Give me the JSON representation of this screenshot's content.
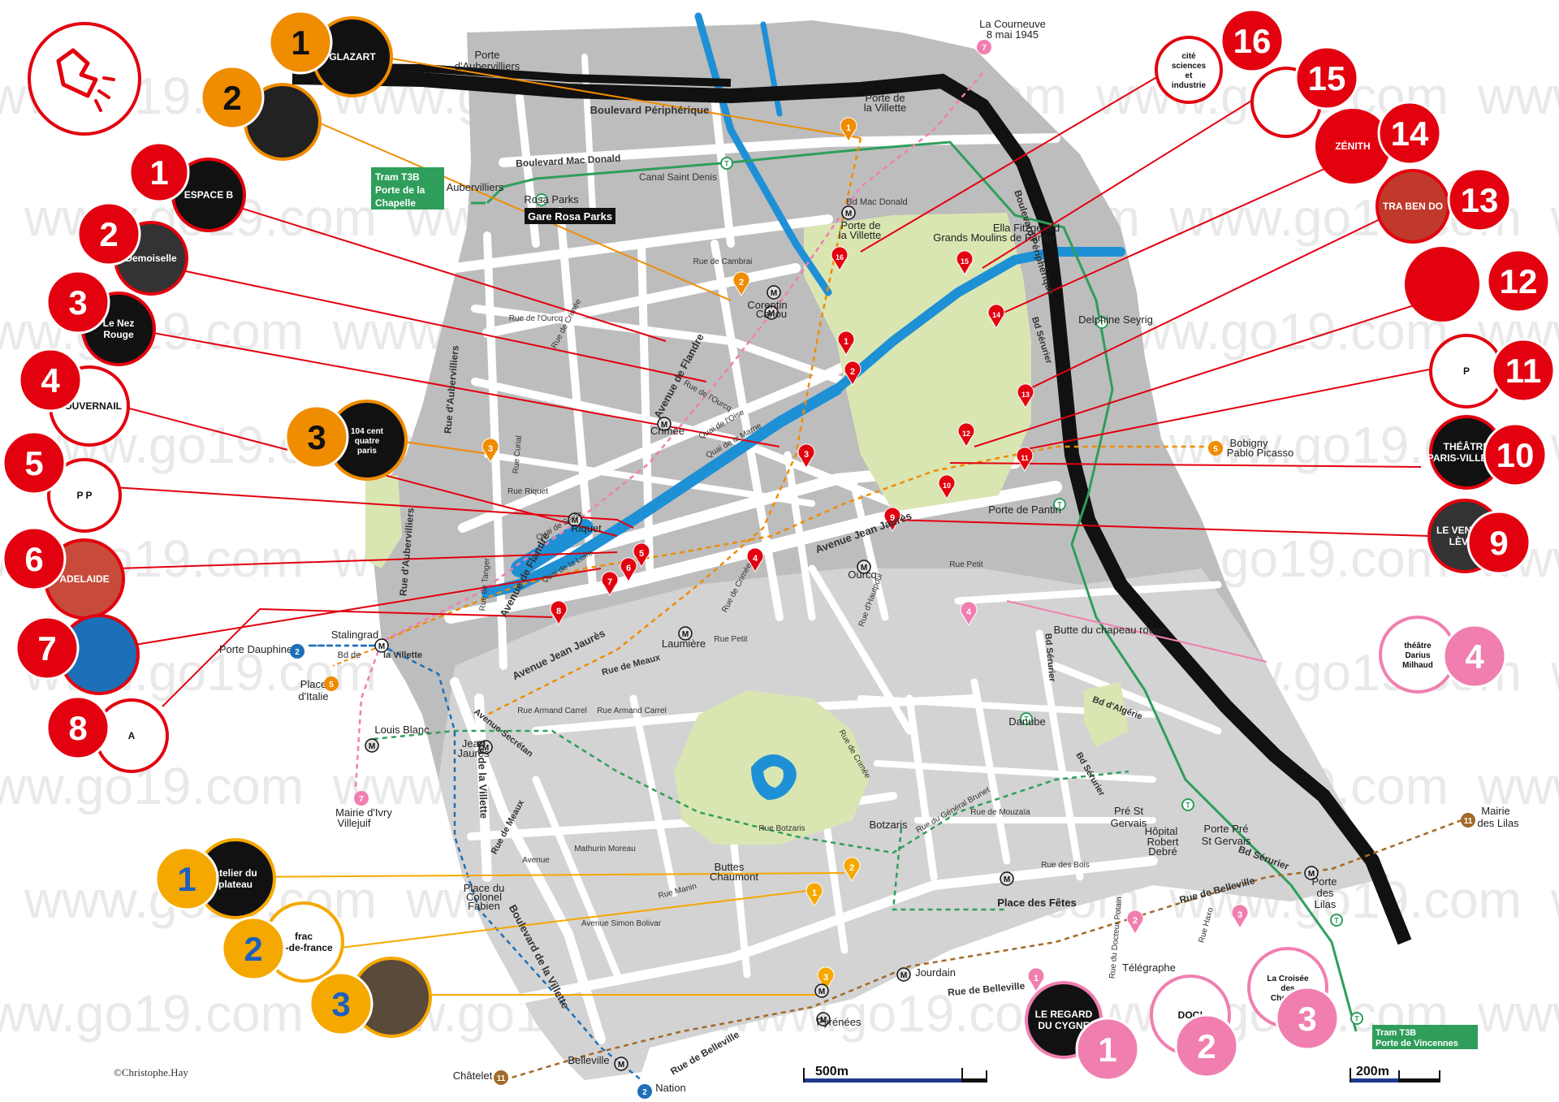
{
  "watermark": "www.go19.com",
  "credit": "©Christophe.Hay",
  "colors": {
    "red": "#e3000f",
    "orange": "#f08c00",
    "pink": "#f07fb0",
    "yellow": "#f5a800",
    "blue_text": "#1d6fb8",
    "tram_green": "#2f9e5b",
    "water": "#1e90d6",
    "park": "#d7e6b0",
    "block": "#cfcfcf",
    "periph": "#111111"
  },
  "scales": [
    {
      "id": "s500",
      "label": "500m"
    },
    {
      "id": "s200",
      "label": "200m"
    }
  ],
  "roads": [
    {
      "id": "r1",
      "text": "Boulevard Périphérique",
      "size": 13,
      "bold": true,
      "fill": "#fff",
      "angle": 0
    },
    {
      "id": "r2",
      "text": "Boulevard Mac Donald",
      "size": 12,
      "bold": true,
      "fill": "#111",
      "angle": -3
    },
    {
      "id": "r3",
      "text": "Canal Saint Denis",
      "size": 12,
      "bold": false,
      "fill": "#111",
      "angle": 0
    },
    {
      "id": "r4",
      "text": "Bd Mac Donald",
      "size": 11,
      "bold": false,
      "fill": "#111",
      "angle": 0
    },
    {
      "id": "r5",
      "text": "Avenue de Flandre",
      "size": 13,
      "bold": true,
      "fill": "#111",
      "angle": -62
    },
    {
      "id": "r6",
      "text": "Rue d'Aubervilliers",
      "size": 12,
      "bold": true,
      "fill": "#111",
      "angle": -85
    },
    {
      "id": "r7",
      "text": "Rue d'Aubervilliers",
      "size": 12,
      "bold": true,
      "fill": "#111",
      "angle": -85
    },
    {
      "id": "r8",
      "text": "Avenue de Flandre",
      "size": 13,
      "bold": true,
      "fill": "#111",
      "angle": -62
    },
    {
      "id": "r9",
      "text": "Avenue Jean Jaurès",
      "size": 13,
      "bold": true,
      "fill": "#111",
      "angle": -26
    },
    {
      "id": "r10",
      "text": "Avenue Jean Jaurès",
      "size": 13,
      "bold": true,
      "fill": "#111",
      "angle": -20
    },
    {
      "id": "r11",
      "text": "Boulevard Périphérique",
      "size": 12,
      "bold": true,
      "fill": "#111",
      "angle": 72
    },
    {
      "id": "r12",
      "text": "Bd Sérurier",
      "size": 11,
      "bold": true,
      "fill": "#111",
      "angle": 72
    },
    {
      "id": "r13",
      "text": "Bd Sérurier",
      "size": 11,
      "bold": true,
      "fill": "#111",
      "angle": 85
    },
    {
      "id": "r14",
      "text": "Bd Sérurier",
      "size": 11,
      "bold": true,
      "fill": "#111",
      "angle": 60
    },
    {
      "id": "r15",
      "text": "Bd Sérurier",
      "size": 12,
      "bold": true,
      "fill": "#111",
      "angle": 20
    },
    {
      "id": "r16",
      "text": "Bd d'Algérie",
      "size": 11,
      "bold": true,
      "fill": "#111",
      "angle": 20
    },
    {
      "id": "r17",
      "text": "Rue de Belleville",
      "size": 12,
      "bold": true,
      "fill": "#111",
      "angle": -5
    },
    {
      "id": "r18",
      "text": "Rue de Belleville",
      "size": 12,
      "bold": true,
      "fill": "#111",
      "angle": -15
    },
    {
      "id": "r19",
      "text": "Rue de Belleville",
      "size": 12,
      "bold": true,
      "fill": "#111",
      "angle": -30
    },
    {
      "id": "r20",
      "text": "Boulevard de la Villette",
      "size": 13,
      "bold": true,
      "fill": "#111",
      "angle": 62
    },
    {
      "id": "r21",
      "text": "Bd de la Villette",
      "size": 13,
      "bold": true,
      "fill": "#111",
      "angle": 88
    },
    {
      "id": "r22",
      "text": "Avenue Secrétan",
      "size": 11,
      "bold": true,
      "fill": "#111",
      "angle": 38
    },
    {
      "id": "r23",
      "text": "Rue de Meaux",
      "size": 11,
      "bold": true,
      "fill": "#111",
      "angle": -62
    },
    {
      "id": "r24",
      "text": "Rue de Meaux",
      "size": 11,
      "bold": true,
      "fill": "#111",
      "angle": -15
    },
    {
      "id": "r25",
      "text": "Rue Armand Carrel",
      "size": 10,
      "bold": false,
      "fill": "#111",
      "angle": 0
    },
    {
      "id": "r26",
      "text": "Rue Armand Carrel",
      "size": 10,
      "bold": false,
      "fill": "#111",
      "angle": 0
    },
    {
      "id": "r27",
      "text": "Mathurin Moreau",
      "size": 10,
      "bold": false,
      "fill": "#111",
      "angle": 0
    },
    {
      "id": "r28",
      "text": "Avenue Simon Bolivar",
      "size": 10,
      "bold": false,
      "fill": "#111",
      "angle": 0
    },
    {
      "id": "r29",
      "text": "Rue Petit",
      "size": 10,
      "bold": false,
      "fill": "#111",
      "angle": 0
    },
    {
      "id": "r30",
      "text": "Rue Petit",
      "size": 10,
      "bold": false,
      "fill": "#111",
      "angle": 0
    },
    {
      "id": "r31",
      "text": "Rue de Crimée",
      "size": 10,
      "bold": false,
      "fill": "#111",
      "angle": -62
    },
    {
      "id": "r32",
      "text": "Rue de Crimée",
      "size": 10,
      "bold": false,
      "fill": "#111",
      "angle": -62
    },
    {
      "id": "r33",
      "text": "Rue de Crimée",
      "size": 10,
      "bold": false,
      "fill": "#111",
      "angle": 60
    },
    {
      "id": "r34",
      "text": "Rue Manin",
      "size": 10,
      "bold": false,
      "fill": "#111",
      "angle": -15
    },
    {
      "id": "r35",
      "text": "Rue de Cambrai",
      "size": 10,
      "bold": false,
      "fill": "#111",
      "angle": 0
    },
    {
      "id": "r36",
      "text": "Rue Riquet",
      "size": 10,
      "bold": false,
      "fill": "#111",
      "angle": 0
    },
    {
      "id": "r37",
      "text": "Rue de l'Ourcq",
      "size": 10,
      "bold": false,
      "fill": "#111",
      "angle": 0
    },
    {
      "id": "r38",
      "text": "Rue de l'Ourcq",
      "size": 10,
      "bold": false,
      "fill": "#111",
      "angle": 30
    },
    {
      "id": "r39",
      "text": "Quai de Seine",
      "size": 10,
      "bold": false,
      "fill": "#111",
      "angle": -30
    },
    {
      "id": "r40",
      "text": "Quai de la Loire",
      "size": 10,
      "bold": false,
      "fill": "#111",
      "angle": -30
    },
    {
      "id": "r41",
      "text": "Quai de l'Oise",
      "size": 10,
      "bold": false,
      "fill": "#111",
      "angle": -30
    },
    {
      "id": "r42",
      "text": "Quai de la Marne",
      "size": 10,
      "bold": false,
      "fill": "#111",
      "angle": -30
    },
    {
      "id": "r43",
      "text": "Rue de Mouzaïa",
      "size": 10,
      "bold": false,
      "fill": "#111",
      "angle": 0
    },
    {
      "id": "r44",
      "text": "Rue Botzaris",
      "size": 10,
      "bold": false,
      "fill": "#111",
      "angle": 0
    },
    {
      "id": "r45",
      "text": "Rue du Général Brunet",
      "size": 10,
      "bold": false,
      "fill": "#111",
      "angle": -30
    },
    {
      "id": "r46",
      "text": "Rue des Bois",
      "size": 10,
      "bold": false,
      "fill": "#111",
      "angle": 0
    },
    {
      "id": "r47",
      "text": "Rue du Docteur Potain",
      "size": 10,
      "bold": false,
      "fill": "#111",
      "angle": -85
    },
    {
      "id": "r48",
      "text": "Rue Haxo",
      "size": 10,
      "bold": false,
      "fill": "#111",
      "angle": -75
    },
    {
      "id": "r49",
      "text": "Rue Curial",
      "size": 10,
      "bold": false,
      "fill": "#111",
      "angle": -85
    },
    {
      "id": "r50",
      "text": "Rue de Tanger",
      "size": 10,
      "bold": false,
      "fill": "#111",
      "angle": -85
    },
    {
      "id": "r51",
      "text": "Rue d'Hautpoul",
      "size": 10,
      "bold": false,
      "fill": "#111",
      "angle": -70
    },
    {
      "id": "r52",
      "text": "Bd de",
      "size": 11,
      "bold": false,
      "fill": "#111",
      "angle": 0
    },
    {
      "id": "r53",
      "text": "la Villette",
      "size": 11,
      "bold": true,
      "fill": "#111",
      "angle": 0
    },
    {
      "id": "r54",
      "text": "Avenue",
      "size": 10,
      "bold": false,
      "fill": "#111",
      "angle": 0
    }
  ],
  "places": [
    {
      "id": "p1",
      "text": "Porte",
      "size": 11,
      "bold": false
    },
    {
      "id": "p2",
      "text": "d'Aubervilliers",
      "size": 11,
      "bold": false
    },
    {
      "id": "p3",
      "text": "Porte de",
      "size": 10,
      "bold": false
    },
    {
      "id": "p4",
      "text": "la Villette",
      "size": 10,
      "bold": false
    },
    {
      "id": "p5",
      "text": "Rosa Parks",
      "size": 11,
      "bold": false
    },
    {
      "id": "p6",
      "text": "Ella Fitzgerald",
      "size": 11,
      "bold": false
    },
    {
      "id": "p7",
      "text": "Grands Moulins de Pantin",
      "size": 11,
      "bold": false
    },
    {
      "id": "p8",
      "text": "Delphine Seyrig",
      "size": 11,
      "bold": false
    },
    {
      "id": "p9",
      "text": "Porte de Pantin",
      "size": 10,
      "bold": false
    },
    {
      "id": "p10",
      "text": "Butte du chapeau rouge",
      "size": 10,
      "bold": false
    },
    {
      "id": "p11",
      "text": "Danube",
      "size": 11,
      "bold": false
    },
    {
      "id": "p12",
      "text": "Pré St",
      "size": 12,
      "bold": false
    },
    {
      "id": "p13",
      "text": "Gervais",
      "size": 12,
      "bold": false
    },
    {
      "id": "p14",
      "text": "Hôpital",
      "size": 10,
      "bold": false
    },
    {
      "id": "p15",
      "text": "Robert",
      "size": 10,
      "bold": false
    },
    {
      "id": "p16",
      "text": "Debré",
      "size": 10,
      "bold": false
    },
    {
      "id": "p17",
      "text": "Porte Pré",
      "size": 11,
      "bold": false
    },
    {
      "id": "p18",
      "text": "St Gervais",
      "size": 11,
      "bold": false
    },
    {
      "id": "p19",
      "text": "Porte",
      "size": 11,
      "bold": false
    },
    {
      "id": "p20",
      "text": "des",
      "size": 11,
      "bold": false
    },
    {
      "id": "p21",
      "text": "Lilas",
      "size": 11,
      "bold": false
    },
    {
      "id": "p22",
      "text": "Place des Fêtes",
      "size": 11,
      "bold": true
    },
    {
      "id": "p23",
      "text": "Télégraphe",
      "size": 10,
      "bold": false
    },
    {
      "id": "p24",
      "text": "Jourdain",
      "size": 10,
      "bold": false
    },
    {
      "id": "p25",
      "text": "Pyrénées",
      "size": 10,
      "bold": false
    },
    {
      "id": "p26",
      "text": "Botzaris",
      "size": 10,
      "bold": false
    },
    {
      "id": "p27",
      "text": "Buttes",
      "size": 10,
      "bold": false
    },
    {
      "id": "p28",
      "text": "Chaumont",
      "size": 10,
      "bold": false
    },
    {
      "id": "p29",
      "text": "Place du",
      "size": 9,
      "bold": false
    },
    {
      "id": "p30",
      "text": "Colonel",
      "size": 9,
      "bold": false
    },
    {
      "id": "p31",
      "text": "Fabien",
      "size": 9,
      "bold": false
    },
    {
      "id": "p32",
      "text": "Belleville",
      "size": 11,
      "bold": false
    },
    {
      "id": "p33",
      "text": "Stalingrad",
      "size": 11,
      "bold": false
    },
    {
      "id": "p34",
      "text": "Jean",
      "size": 10,
      "bold": false
    },
    {
      "id": "p35",
      "text": "Jaurès",
      "size": 10,
      "bold": false
    },
    {
      "id": "p36",
      "text": "Louis Blanc",
      "size": 11,
      "bold": false
    },
    {
      "id": "p37",
      "text": "Laumière",
      "size": 10,
      "bold": false
    },
    {
      "id": "p38",
      "text": "Ourcq",
      "size": 10,
      "bold": false
    },
    {
      "id": "p39",
      "text": "Crimée",
      "size": 10,
      "bold": false
    },
    {
      "id": "p40",
      "text": "Riquet",
      "size": 10,
      "bold": false
    },
    {
      "id": "p41",
      "text": "Corentin",
      "size": 9,
      "bold": false
    },
    {
      "id": "p42",
      "text": "Cariou",
      "size": 9,
      "bold": false
    },
    {
      "id": "p43",
      "text": "Porte de",
      "size": 10,
      "bold": false
    },
    {
      "id": "p44",
      "text": "la Villette",
      "size": 10,
      "bold": false
    },
    {
      "id": "p45",
      "text": "Aubervilliers",
      "size": 11,
      "bold": false
    }
  ],
  "metro_terminals": [
    {
      "id": "t1",
      "text": "La Courneuve",
      "size": 11
    },
    {
      "id": "t2",
      "text": "8 mai 1945",
      "size": 11
    },
    {
      "id": "t3",
      "text": "Bobigny",
      "size": 11
    },
    {
      "id": "t4",
      "text": "Pablo Picasso",
      "size": 11
    },
    {
      "id": "t5",
      "text": "Porte Dauphine",
      "size": 12
    },
    {
      "id": "t6",
      "text": "Place",
      "size": 12
    },
    {
      "id": "t7",
      "text": "d'Italie",
      "size": 12
    },
    {
      "id": "t8",
      "text": "Mairie d'Ivry",
      "size": 11
    },
    {
      "id": "t9",
      "text": "Villejuif",
      "size": 11
    },
    {
      "id": "t10",
      "text": "Mairie",
      "size": 12
    },
    {
      "id": "t11",
      "text": "des Lilas",
      "size": 12
    },
    {
      "id": "t12",
      "text": "Châtelet",
      "size": 12
    },
    {
      "id": "t13",
      "text": "Nation",
      "size": 12
    }
  ],
  "tram_labels": [
    {
      "id": "tr1",
      "line1": "Tram T3B",
      "line2": "Porte de la",
      "line3": "Chapelle"
    },
    {
      "id": "tr2",
      "line1": "Tram T3B",
      "line2": "Porte de Vincennes"
    }
  ],
  "gare_label": "Gare Rosa Parks",
  "badges": [
    {
      "id": "b-red-1",
      "num": "1",
      "logo": "ESPACE B"
    },
    {
      "id": "b-red-2",
      "num": "2",
      "logo": "Demoiselle"
    },
    {
      "id": "b-red-3",
      "num": "3",
      "logo": "Le Nez Rouge"
    },
    {
      "id": "b-red-4",
      "num": "4",
      "logo": "GOUVERNAIL"
    },
    {
      "id": "b-red-5",
      "num": "5",
      "logo": "P P"
    },
    {
      "id": "b-red-6",
      "num": "6",
      "logo": "ADELAIDE"
    },
    {
      "id": "b-red-7",
      "num": "7",
      "logo": ""
    },
    {
      "id": "b-red-8",
      "num": "8",
      "logo": "A"
    },
    {
      "id": "b-red-9",
      "num": "9",
      "logo": "LE VENT SE LÈVE !"
    },
    {
      "id": "b-red-10",
      "num": "10",
      "logo": "THÉÂTRE PARIS-VILLETTE"
    },
    {
      "id": "b-red-11",
      "num": "11",
      "logo": "P"
    },
    {
      "id": "b-red-12",
      "num": "12",
      "logo": ""
    },
    {
      "id": "b-red-13",
      "num": "13",
      "logo": "TRA BEN DO"
    },
    {
      "id": "b-red-14",
      "num": "14",
      "logo": "ZÉNITH"
    },
    {
      "id": "b-red-15",
      "num": "15",
      "logo": ""
    },
    {
      "id": "b-red-16",
      "num": "16",
      "logo": "cité sciences et industrie"
    },
    {
      "id": "b-or-1",
      "num": "1",
      "logo": "GLAZART"
    },
    {
      "id": "b-or-2",
      "num": "2",
      "logo": ""
    },
    {
      "id": "b-or-3",
      "num": "3",
      "logo": "104 cent quatre paris"
    },
    {
      "id": "b-yl-1",
      "num": "1",
      "logo": "atelier du plateau"
    },
    {
      "id": "b-yl-2",
      "num": "2",
      "logo": "frac île-de-france"
    },
    {
      "id": "b-yl-3",
      "num": "3",
      "logo": ""
    },
    {
      "id": "b-pk-1",
      "num": "1",
      "logo": "LE REGARD DU CYGNE"
    },
    {
      "id": "b-pk-2",
      "num": "2",
      "logo": "DOC!"
    },
    {
      "id": "b-pk-3",
      "num": "3",
      "logo": "La Croisée des Chemins"
    },
    {
      "id": "b-pk-4",
      "num": "4",
      "logo": "théâtre Darius Milhaud"
    }
  ],
  "pins": [
    {
      "id": "pr1",
      "num": "1",
      "color": "red"
    },
    {
      "id": "pr2",
      "num": "2",
      "color": "red"
    },
    {
      "id": "pr3",
      "num": "3",
      "color": "red"
    },
    {
      "id": "pr4",
      "num": "4",
      "color": "red"
    },
    {
      "id": "pr5",
      "num": "5",
      "color": "red"
    },
    {
      "id": "pr6",
      "num": "6",
      "color": "red"
    },
    {
      "id": "pr7",
      "num": "7",
      "color": "red"
    },
    {
      "id": "pr8",
      "num": "8",
      "color": "red"
    },
    {
      "id": "pr9",
      "num": "9",
      "color": "red"
    },
    {
      "id": "pr10",
      "num": "10",
      "color": "red"
    },
    {
      "id": "pr11",
      "num": "11",
      "color": "red"
    },
    {
      "id": "pr12",
      "num": "12",
      "color": "red"
    },
    {
      "id": "pr13",
      "num": "13",
      "color": "red"
    },
    {
      "id": "pr14",
      "num": "14",
      "color": "red"
    },
    {
      "id": "pr15",
      "num": "15",
      "color": "red"
    },
    {
      "id": "pr16",
      "num": "16",
      "color": "red"
    },
    {
      "id": "po1",
      "num": "1",
      "color": "orange"
    },
    {
      "id": "po2",
      "num": "2",
      "color": "orange"
    },
    {
      "id": "po3",
      "num": "3",
      "color": "orange"
    },
    {
      "id": "py1",
      "num": "1",
      "color": "yellow"
    },
    {
      "id": "py2",
      "num": "2",
      "color": "yellow"
    },
    {
      "id": "py3",
      "num": "3",
      "color": "yellow"
    },
    {
      "id": "pp1",
      "num": "1",
      "color": "pink"
    },
    {
      "id": "pp2",
      "num": "2",
      "color": "pink"
    },
    {
      "id": "pp3",
      "num": "3",
      "color": "pink"
    },
    {
      "id": "pp4",
      "num": "4",
      "color": "pink"
    }
  ],
  "metro_line_badges": [
    {
      "id": "ml7a",
      "num": "7"
    },
    {
      "id": "ml5a",
      "num": "5"
    },
    {
      "id": "ml2a",
      "num": "2"
    },
    {
      "id": "ml5b",
      "num": "5"
    },
    {
      "id": "ml7b",
      "num": "7"
    },
    {
      "id": "ml11a",
      "num": "11"
    },
    {
      "id": "ml11b",
      "num": "11"
    },
    {
      "id": "ml2b",
      "num": "2"
    }
  ],
  "legend_icon": "broken-heart-icon"
}
